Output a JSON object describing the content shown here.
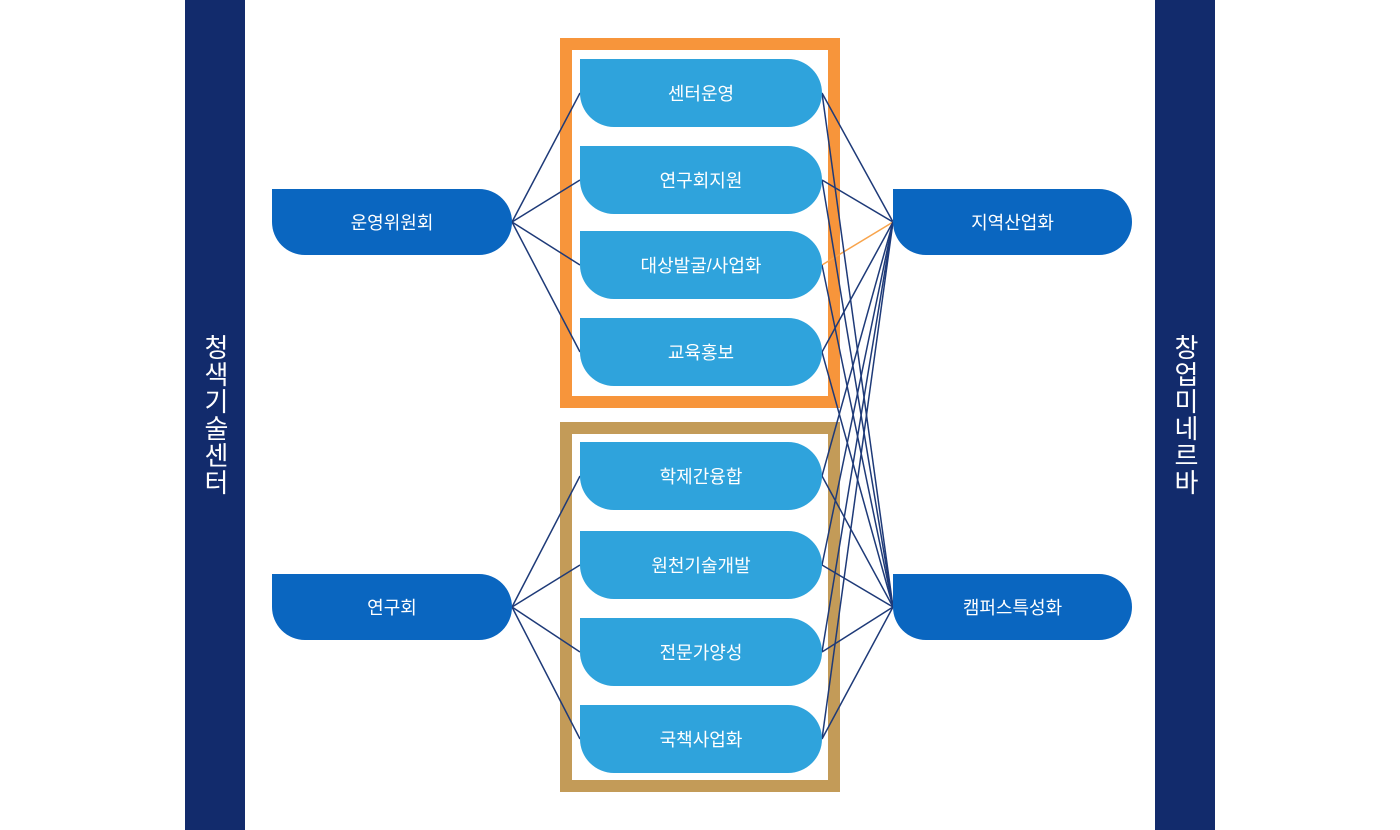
{
  "colors": {
    "sidebar": "#122b6c",
    "primary_node": "#0a66c0",
    "secondary_node": "#2fa3dc",
    "group_top_border": "#f7953b",
    "group_bottom_border": "#c39b58",
    "line": "#1e3a78",
    "line_highlight": "#f8a44c",
    "node_text": "#ffffff",
    "background": "#ffffff"
  },
  "sidebars": {
    "left": {
      "label": "청색기술센터"
    },
    "right": {
      "label": "창업미네르바"
    }
  },
  "left_nodes": [
    {
      "id": "ops-committee",
      "label": "운영위원회"
    },
    {
      "id": "research-society",
      "label": "연구회"
    }
  ],
  "groups": [
    {
      "name": "group-top",
      "border_color": "#f7953b",
      "items": [
        {
          "id": "center-ops",
          "label": "센터운영"
        },
        {
          "id": "society-support",
          "label": "연구회지원"
        },
        {
          "id": "discovery-biz",
          "label": "대상발굴/사업화"
        },
        {
          "id": "edu-pr",
          "label": "교육홍보"
        }
      ]
    },
    {
      "name": "group-bottom",
      "border_color": "#c39b58",
      "items": [
        {
          "id": "interdisciplinary",
          "label": "학제간융합"
        },
        {
          "id": "core-tech",
          "label": "원천기술개발"
        },
        {
          "id": "expert-training",
          "label": "전문가양성"
        },
        {
          "id": "national-projects",
          "label": "국책사업화"
        }
      ]
    }
  ],
  "right_nodes": [
    {
      "id": "regional-industry",
      "label": "지역산업화"
    },
    {
      "id": "campus-special",
      "label": "캠퍼스특성화"
    }
  ],
  "edges": [
    {
      "from": "ops-committee",
      "to": "center-ops"
    },
    {
      "from": "ops-committee",
      "to": "society-support"
    },
    {
      "from": "ops-committee",
      "to": "discovery-biz"
    },
    {
      "from": "ops-committee",
      "to": "edu-pr"
    },
    {
      "from": "research-society",
      "to": "interdisciplinary"
    },
    {
      "from": "research-society",
      "to": "core-tech"
    },
    {
      "from": "research-society",
      "to": "expert-training"
    },
    {
      "from": "research-society",
      "to": "national-projects"
    },
    {
      "from": "center-ops",
      "to": "regional-industry"
    },
    {
      "from": "society-support",
      "to": "regional-industry"
    },
    {
      "from": "discovery-biz",
      "to": "regional-industry",
      "highlight": true
    },
    {
      "from": "edu-pr",
      "to": "regional-industry"
    },
    {
      "from": "interdisciplinary",
      "to": "regional-industry"
    },
    {
      "from": "core-tech",
      "to": "regional-industry"
    },
    {
      "from": "expert-training",
      "to": "regional-industry"
    },
    {
      "from": "national-projects",
      "to": "regional-industry"
    },
    {
      "from": "center-ops",
      "to": "campus-special"
    },
    {
      "from": "society-support",
      "to": "campus-special"
    },
    {
      "from": "discovery-biz",
      "to": "campus-special"
    },
    {
      "from": "edu-pr",
      "to": "campus-special"
    },
    {
      "from": "interdisciplinary",
      "to": "campus-special"
    },
    {
      "from": "core-tech",
      "to": "campus-special"
    },
    {
      "from": "expert-training",
      "to": "campus-special"
    },
    {
      "from": "national-projects",
      "to": "campus-special"
    }
  ]
}
